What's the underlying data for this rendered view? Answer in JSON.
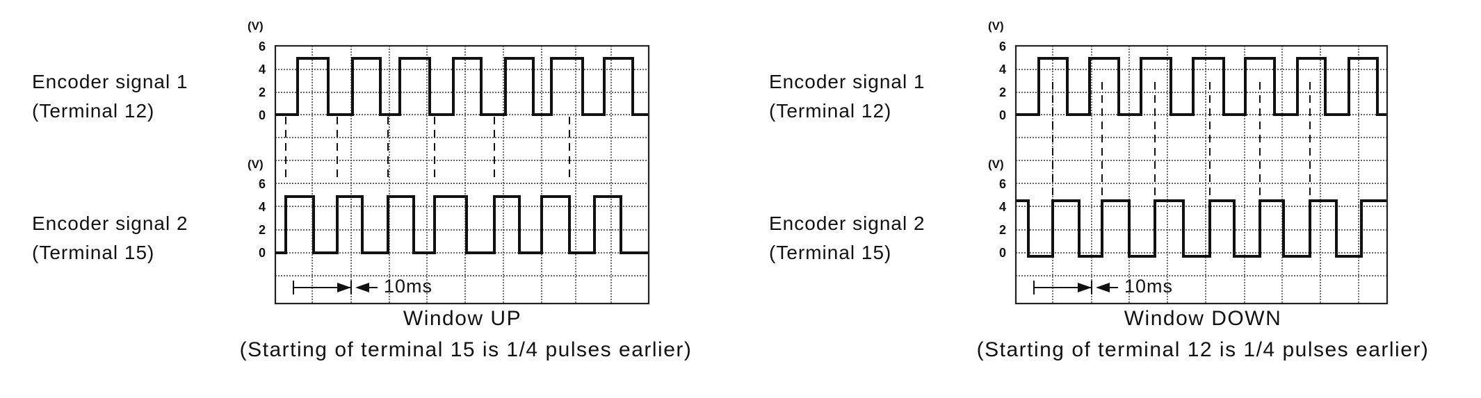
{
  "panels": [
    {
      "id": "up",
      "signal1_label": "Encoder signal 1",
      "signal1_terminal": "(Terminal 12)",
      "signal2_label": "Encoder signal 2",
      "signal2_terminal": "(Terminal 15)",
      "unit": "(V)",
      "ticks": [
        "6",
        "4",
        "2",
        "0"
      ],
      "time_label": "10ms",
      "caption": "Window UP",
      "subcaption": "(Starting of terminal 15 is 1/4 pulses earlier)"
    },
    {
      "id": "down",
      "signal1_label": "Encoder signal 1",
      "signal1_terminal": "(Terminal 12)",
      "signal2_label": "Encoder signal 2",
      "signal2_terminal": "(Terminal 15)",
      "unit": "(V)",
      "ticks": [
        "6",
        "4",
        "2",
        "0"
      ],
      "time_label": "10ms",
      "caption": "Window DOWN",
      "subcaption": "(Starting of terminal 12 is 1/4 pulses earlier)"
    }
  ]
}
